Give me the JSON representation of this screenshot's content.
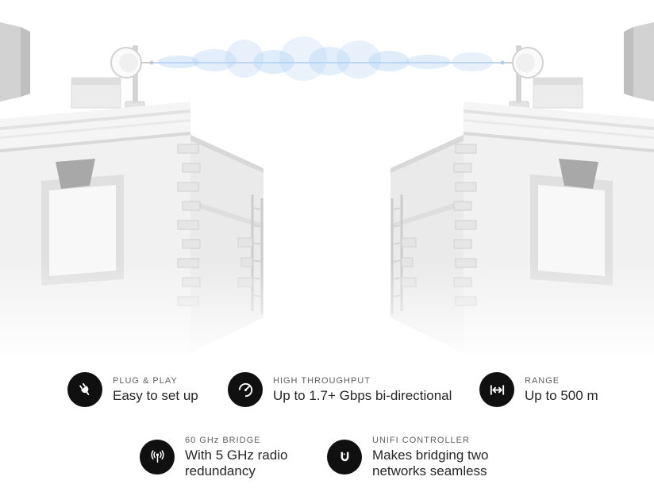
{
  "illustration": {
    "subject": "two buildings with rooftop antennas linked by a wireless signal",
    "wave_color": "#b9d4f4"
  },
  "features": [
    {
      "icon": "plug-icon",
      "label": "PLUG & PLAY",
      "description": "Easy to set up"
    },
    {
      "icon": "gauge-icon",
      "label": "HIGH THROUGHPUT",
      "description": "Up to 1.7+ Gbps bi-directional"
    },
    {
      "icon": "range-arrows-icon",
      "label": "RANGE",
      "description": "Up to 500 m"
    },
    {
      "icon": "antenna-waves-icon",
      "label": "60 GHz BRIDGE",
      "description": "With 5 GHz radio redundancy"
    },
    {
      "icon": "unifi-u-icon",
      "label": "UNIFI CONTROLLER",
      "description": "Makes bridging two networks seamless"
    }
  ],
  "colors": {
    "icon_background": "#101010",
    "icon_glyph": "#ffffff",
    "label_text": "#606060",
    "description_text": "#262626",
    "building_light": "#f1f1f1",
    "building_shade": "#d8d8d8"
  }
}
